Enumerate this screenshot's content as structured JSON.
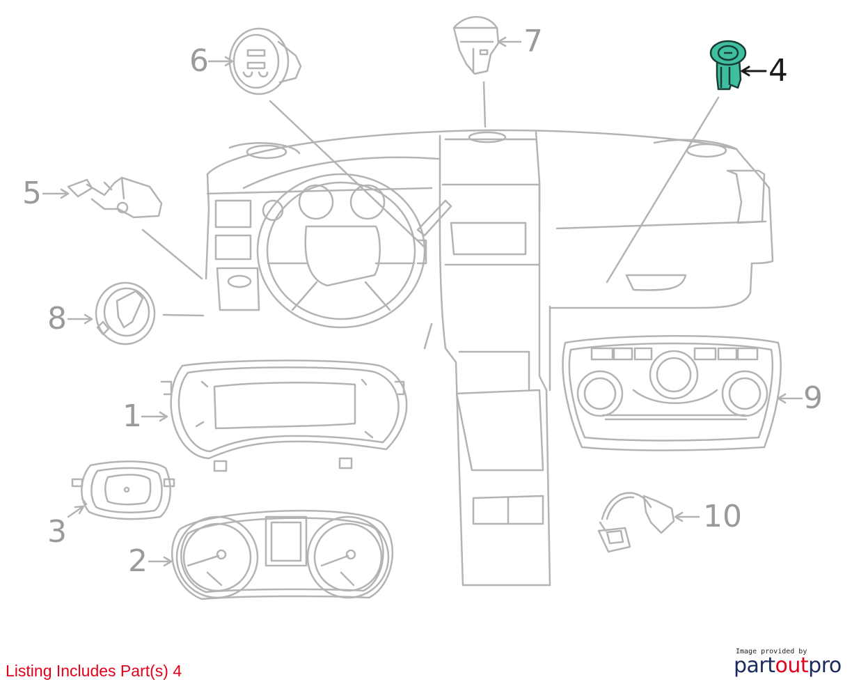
{
  "callouts": {
    "c1": "1",
    "c2": "2",
    "c3": "3",
    "c4": "4",
    "c5": "5",
    "c6": "6",
    "c7": "7",
    "c8": "8",
    "c9": "9",
    "c10": "10"
  },
  "listing_text": "Listing Includes Part(s) 4",
  "credit": {
    "provided_by": "Image provided by",
    "brand_part": "part",
    "brand_out": "out",
    "brand_pro": "pro"
  },
  "colors": {
    "line": "#b3b3b3",
    "highlight_fill": "#3fbf9f",
    "highlight_stroke": "#1a3a34",
    "listing": "#e3001b",
    "brand_navy": "#1a2a5e",
    "brand_red": "#e3001b"
  }
}
